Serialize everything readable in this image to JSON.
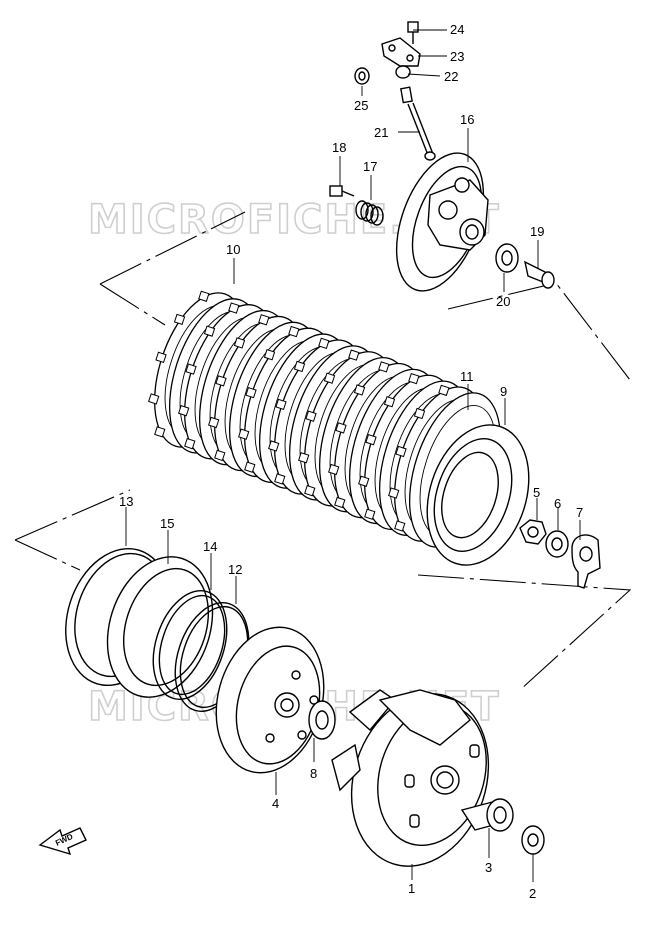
{
  "watermark": "MICROFICHE.NET",
  "fwd_label": "FWD",
  "callouts": {
    "p1": "1",
    "p2": "2",
    "p3": "3",
    "p4": "4",
    "p5": "5",
    "p6": "6",
    "p7": "7",
    "p8": "8",
    "p9": "9",
    "p10": "10",
    "p11": "11",
    "p12": "12",
    "p13": "13",
    "p14": "14",
    "p15": "15",
    "p16": "16",
    "p17": "17",
    "p18": "18",
    "p19": "19",
    "p20": "20",
    "p21": "21",
    "p22": "22",
    "p23": "23",
    "p24": "24",
    "p25": "25"
  }
}
